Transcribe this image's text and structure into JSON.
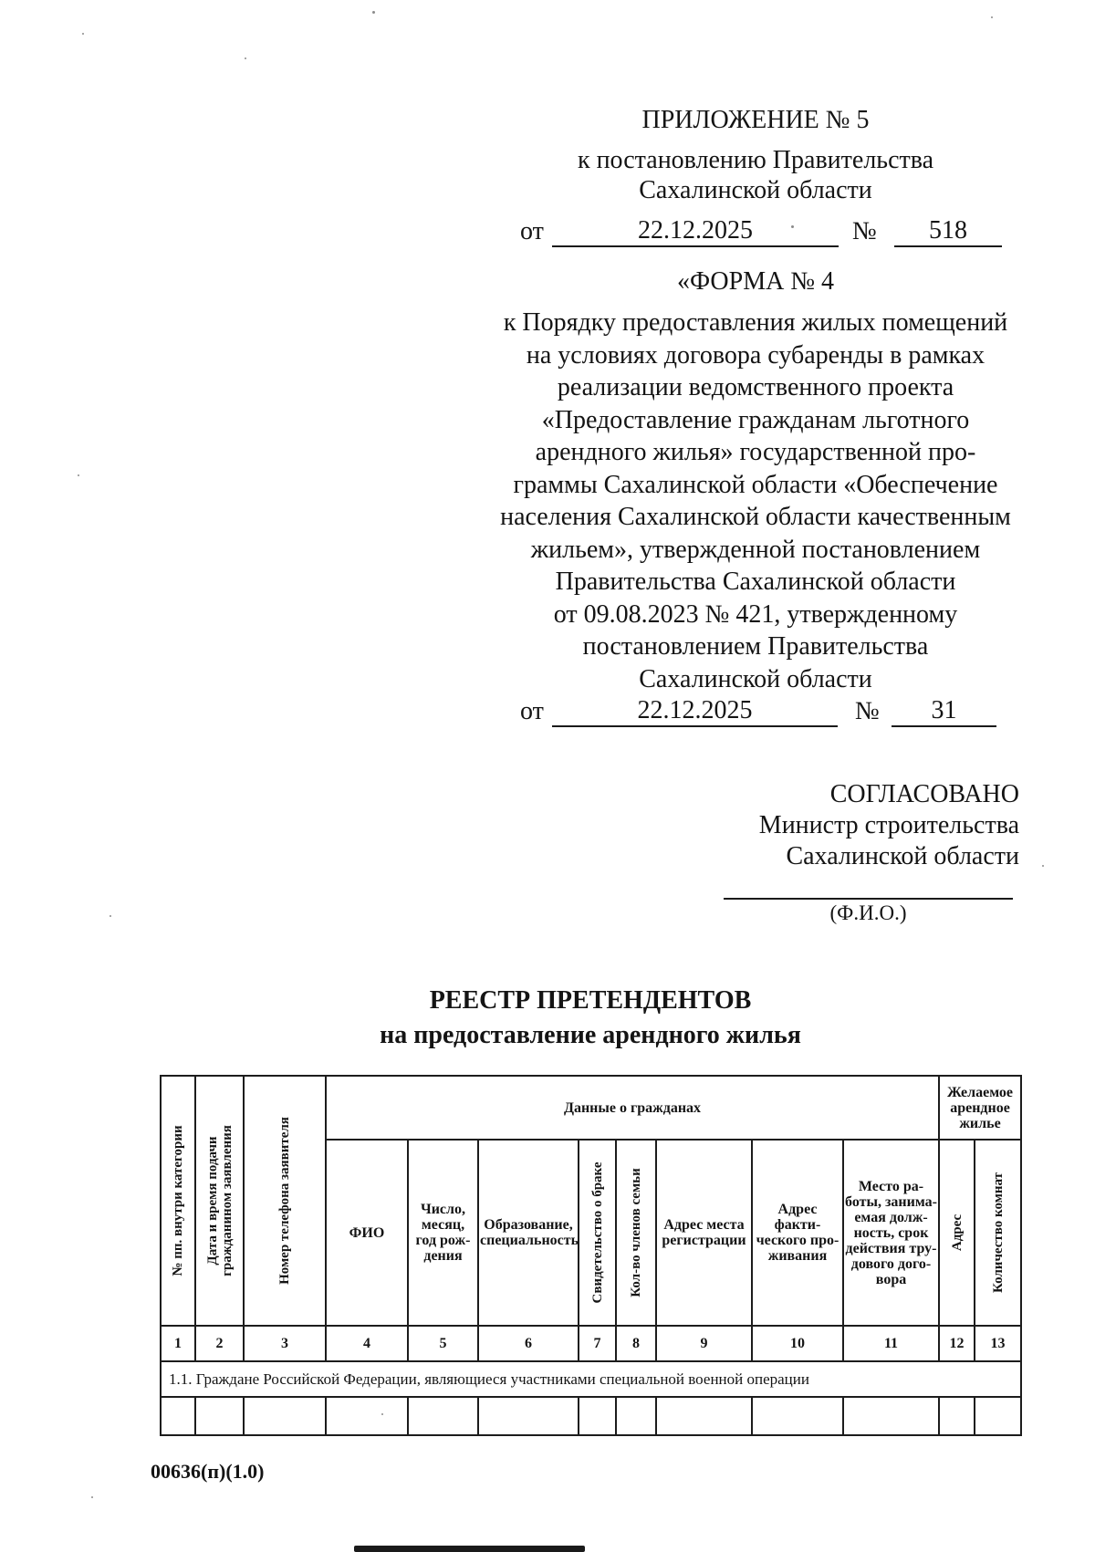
{
  "appendix": {
    "title": "ПРИЛОЖЕНИЕ № 5",
    "line1": "к постановлению Правительства",
    "line2": "Сахалинской области",
    "date_prefix": "от",
    "date": "22.12.2025",
    "number_sign": "№",
    "number": "518"
  },
  "form": {
    "title": "«ФОРМА № 4",
    "lines": [
      "к Порядку предоставления жилых помещений",
      "на условиях договора субаренды в рамках",
      "реализации ведомственного проекта",
      "«Предоставление гражданам льготного",
      "арендного жилья» государственной про-",
      "граммы Сахалинской области «Обеспечение",
      "населения Сахалинской области качественным",
      "жильем», утвержденной постановлением",
      "Правительства Сахалинской области",
      "от 09.08.2023 № 421, утвержденному",
      "постановлением Правительства",
      "Сахалинской области"
    ],
    "date_prefix": "от",
    "date": "22.12.2025",
    "number_sign": "№",
    "number": "31"
  },
  "approval": {
    "title": "СОГЛАСОВАНО",
    "line1": "Министр строительства",
    "line2": "Сахалинской области",
    "fio_caption": "(Ф.И.О.)"
  },
  "registry": {
    "title": "РЕЕСТР ПРЕТЕНДЕНТОВ",
    "subtitle": "на предоставление арендного жилья"
  },
  "table": {
    "rotated_headers": [
      "№ пп. внутри категории",
      "Дата и время подачи\nгражданином заявления",
      "Номер телефона заявителя"
    ],
    "group_headers": [
      "Данные о гражданах",
      "Желаемое\nарендное\nжилье"
    ],
    "sub_headers": {
      "fio": "ФИО",
      "birth": "Число,\nмесяц,\nгод рож-\nдения",
      "education": "Образование,\nспециальность",
      "marriage": "Свидетельство о браке",
      "family": "Кол-во членов семьи",
      "reg_address": "Адрес места\nрегистрации",
      "fact_address": "Адрес факти-\nческого про-\nживания",
      "work": "Место ра-\nботы, занима-\nемая долж-\nность, срок\nдействия тру-\nдового дого-\nвора",
      "address": "Адрес",
      "rooms": "Количество комнат"
    },
    "column_numbers": [
      "1",
      "2",
      "3",
      "4",
      "5",
      "6",
      "7",
      "8",
      "9",
      "10",
      "11",
      "12",
      "13"
    ],
    "section_row": "1.1. Граждане Российской Федерации, являющиеся участниками специальной военной операции"
  },
  "footer": {
    "code": "00636(п)(1.0)"
  }
}
